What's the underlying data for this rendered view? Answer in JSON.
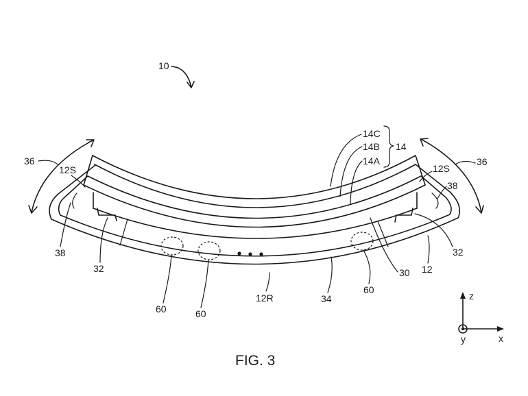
{
  "figure": {
    "caption": "FIG. 3",
    "labels": {
      "device": "10",
      "rotation_left": "36",
      "rotation_right": "36",
      "sidewall_left": "12S",
      "sidewall_right": "12S",
      "layer_c": "14C",
      "layer_b": "14B",
      "layer_a": "14A",
      "display": "14",
      "bezel_left": "38",
      "bezel_right": "38",
      "bracket_left": "32",
      "bracket_right": "32",
      "housing": "12",
      "cover": "30",
      "rear_wall": "12R",
      "interior": "34",
      "component_1": "60",
      "component_2": "60",
      "component_3": "60"
    },
    "axes": {
      "z": "z",
      "x": "x",
      "y": "y"
    }
  }
}
